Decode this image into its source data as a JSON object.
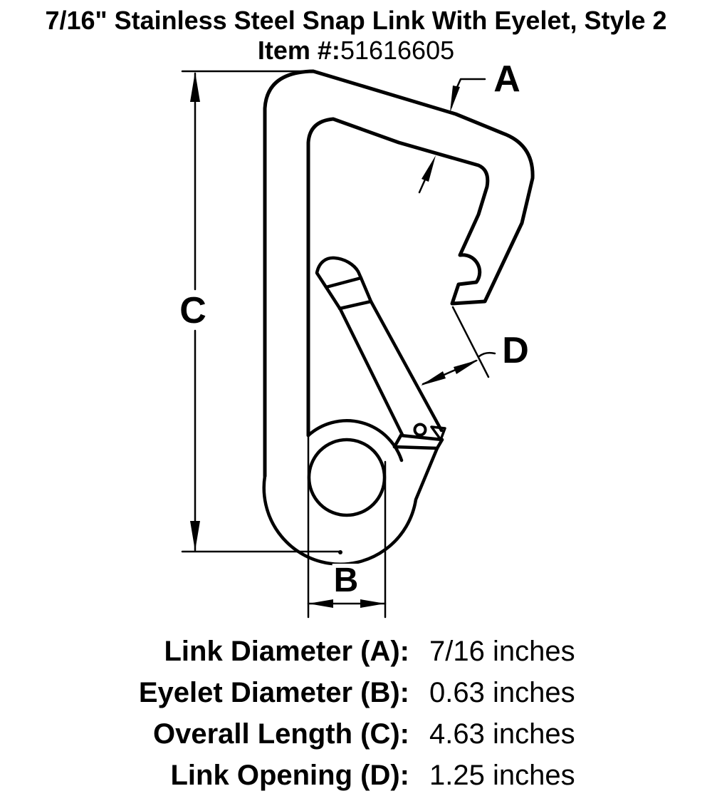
{
  "page": {
    "background": "#ffffff",
    "ink": "#000000"
  },
  "header": {
    "title": "7/16\" Stainless Steel Snap Link With Eyelet, Style 2",
    "item_label": "Item #:",
    "item_number": "51616605"
  },
  "diagram": {
    "dim_a": "A",
    "dim_b": "B",
    "dim_c": "C",
    "dim_d": "D"
  },
  "specs": {
    "rows": [
      {
        "label": "Link Diameter (A):",
        "value": "7/16 inches"
      },
      {
        "label": "Eyelet Diameter (B):",
        "value": "0.63 inches"
      },
      {
        "label": "Overall Length (C):",
        "value": "4.63 inches"
      },
      {
        "label": "Link Opening (D):",
        "value": "1.25 inches"
      }
    ]
  }
}
